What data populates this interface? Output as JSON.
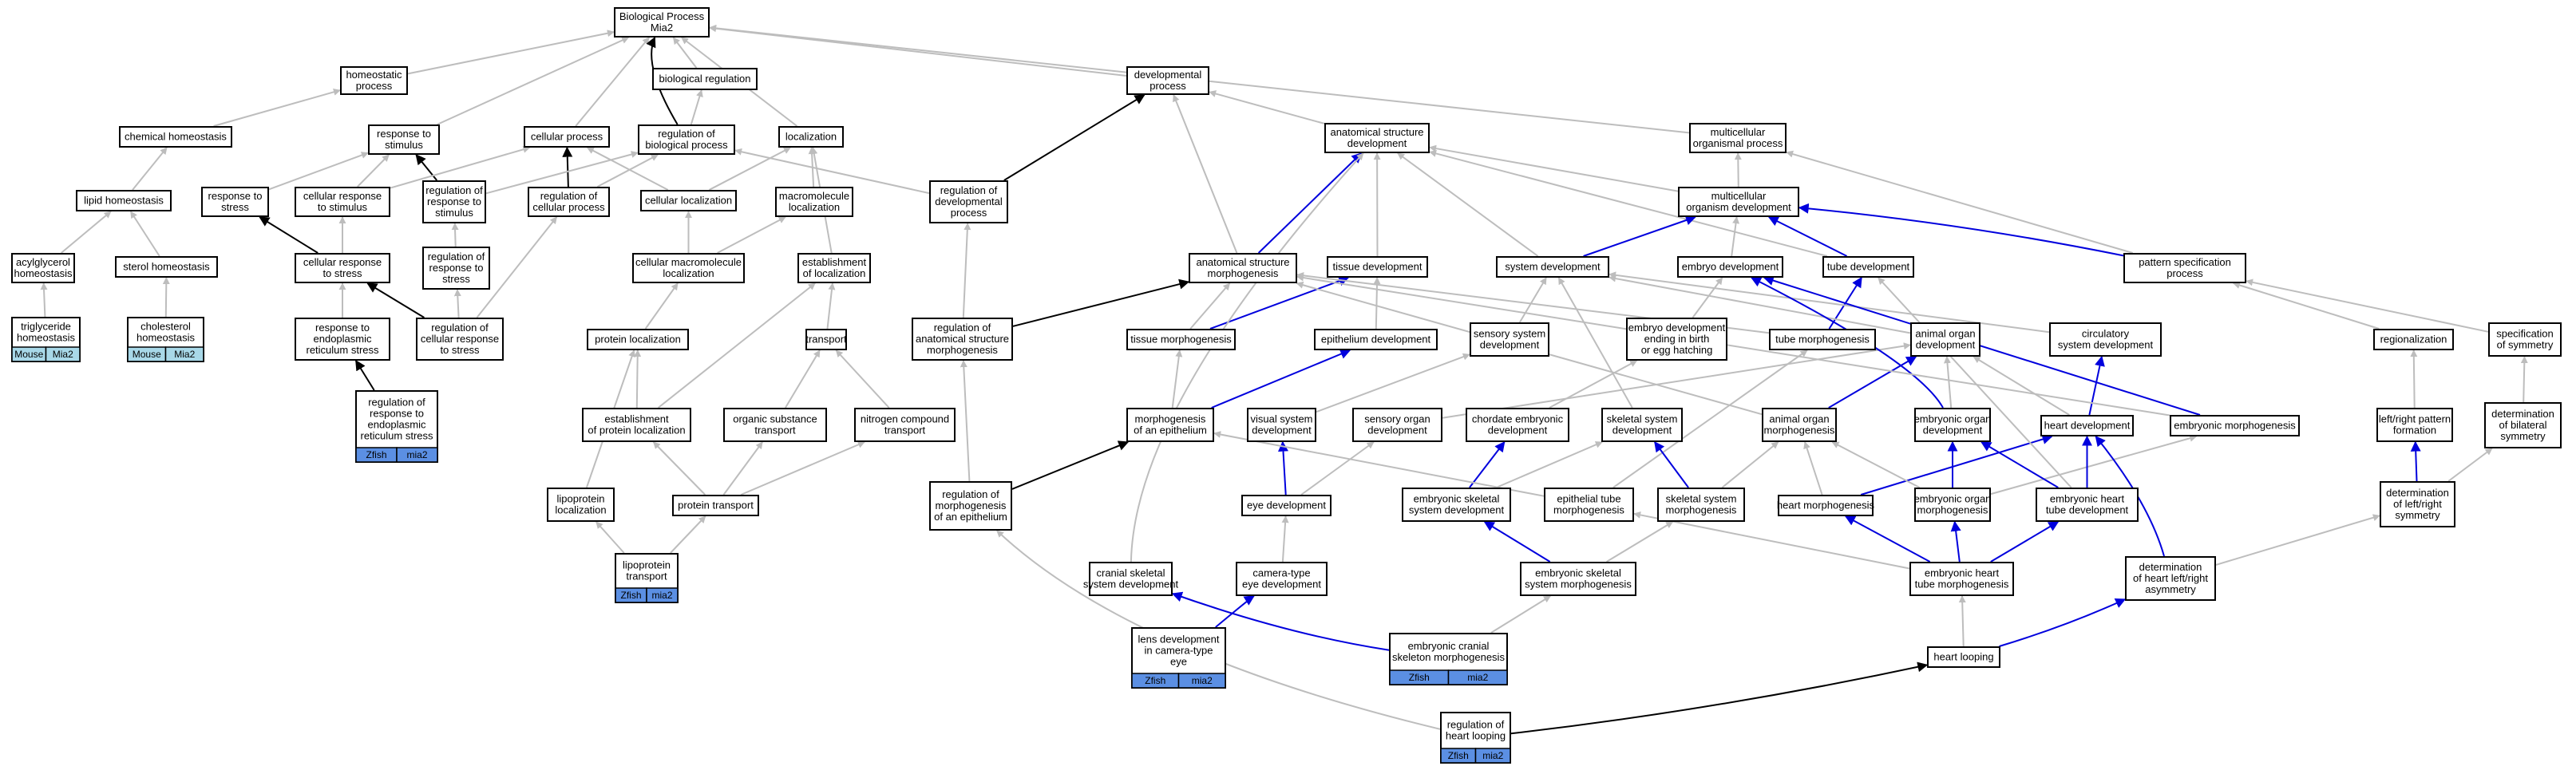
{
  "colors": {
    "edge_gray": "#bdbdbd",
    "edge_black": "#000000",
    "edge_blue": "#0000dd",
    "tag_mouse": "#a8d8e8",
    "tag_zfish": "#5b8fe3"
  },
  "nodes": [
    {
      "id": "bp",
      "label": "Biological Process\nMia2"
    },
    {
      "id": "homeo",
      "label": "homeostatic\nprocess"
    },
    {
      "id": "biolreg",
      "label": "biological regulation"
    },
    {
      "id": "devproc",
      "label": "developmental\nprocess"
    },
    {
      "id": "chemhomeo",
      "label": "chemical homeostasis"
    },
    {
      "id": "resp_stim",
      "label": "response to\nstimulus"
    },
    {
      "id": "cellproc",
      "label": "cellular process"
    },
    {
      "id": "regbiol",
      "label": "regulation of\nbiological process"
    },
    {
      "id": "local",
      "label": "localization"
    },
    {
      "id": "asd",
      "label": "anatomical structure\ndevelopment"
    },
    {
      "id": "mop",
      "label": "multicellular\norganismal process"
    },
    {
      "id": "lipidhomeo",
      "label": "lipid homeostasis"
    },
    {
      "id": "resp_stress",
      "label": "response to\nstress"
    },
    {
      "id": "cellresp_stim",
      "label": "cellular response\nto stimulus"
    },
    {
      "id": "regresp_stim",
      "label": "regulation of\nresponse to\nstimulus"
    },
    {
      "id": "regcellproc",
      "label": "regulation of\ncellular process"
    },
    {
      "id": "cell_local",
      "label": "cellular localization"
    },
    {
      "id": "macro_local",
      "label": "macromolecule\nlocalization"
    },
    {
      "id": "regdevproc",
      "label": "regulation of\ndevelopmental\nprocess"
    },
    {
      "id": "mod",
      "label": "multicellular\norganism development"
    },
    {
      "id": "acylglyc",
      "label": "acylglycerol\nhomeostasis"
    },
    {
      "id": "sterol",
      "label": "sterol homeostasis"
    },
    {
      "id": "cellresp_stress",
      "label": "cellular response\nto stress"
    },
    {
      "id": "regresp_stress",
      "label": "regulation of\nresponse to\nstress"
    },
    {
      "id": "cellmacro_local",
      "label": "cellular macromolecule\nlocalization"
    },
    {
      "id": "estab_local",
      "label": "establishment\nof localization"
    },
    {
      "id": "asm",
      "label": "anatomical structure\nmorphogenesis"
    },
    {
      "id": "tissuedev",
      "label": "tissue development"
    },
    {
      "id": "sysdev",
      "label": "system development"
    },
    {
      "id": "embdev",
      "label": "embryo development"
    },
    {
      "id": "tubedev",
      "label": "tube development"
    },
    {
      "id": "patspec",
      "label": "pattern specification\nprocess"
    },
    {
      "id": "triglyc",
      "label": "triglyceride\nhomeostasis",
      "tags": [
        {
          "label": "Mouse",
          "color": "#a8d8e8"
        },
        {
          "label": "Mia2",
          "color": "#a8d8e8"
        }
      ]
    },
    {
      "id": "chol",
      "label": "cholesterol\nhomeostasis",
      "tags": [
        {
          "label": "Mouse",
          "color": "#a8d8e8"
        },
        {
          "label": "Mia2",
          "color": "#a8d8e8"
        }
      ]
    },
    {
      "id": "resp_er",
      "label": "response to\nendoplasmic\nreticulum stress"
    },
    {
      "id": "regcellresp_stress",
      "label": "regulation of\ncellular response\nto stress"
    },
    {
      "id": "prot_local",
      "label": "protein localization"
    },
    {
      "id": "transport",
      "label": "transport"
    },
    {
      "id": "regasm",
      "label": "regulation of\nanatomical structure\nmorphogenesis"
    },
    {
      "id": "tissuemorph",
      "label": "tissue morphogenesis"
    },
    {
      "id": "epidev",
      "label": "epithelium development"
    },
    {
      "id": "senssysdev",
      "label": "sensory system\ndevelopment"
    },
    {
      "id": "embdevbirth",
      "label": "embryo development\nending in birth\nor egg hatching"
    },
    {
      "id": "tubemorph",
      "label": "tube morphogenesis"
    },
    {
      "id": "animorgdev",
      "label": "animal organ\ndevelopment"
    },
    {
      "id": "circsysdev",
      "label": "circulatory\nsystem development"
    },
    {
      "id": "regionaliz",
      "label": "regionalization"
    },
    {
      "id": "specsym",
      "label": "specification\nof symmetry"
    },
    {
      "id": "regresp_er",
      "label": "regulation of\nresponse to\nendoplasmic\nreticulum stress",
      "tags": [
        {
          "label": "Zfish",
          "color": "#5b8fe3"
        },
        {
          "label": "mia2",
          "color": "#5b8fe3"
        }
      ]
    },
    {
      "id": "estab_prot",
      "label": "establishment\nof protein localization"
    },
    {
      "id": "orgsub",
      "label": "organic substance\ntransport"
    },
    {
      "id": "nitro",
      "label": "nitrogen compound\ntransport"
    },
    {
      "id": "morphepi",
      "label": "morphogenesis\nof an epithelium"
    },
    {
      "id": "vissysdev",
      "label": "visual system\ndevelopment"
    },
    {
      "id": "sensorg",
      "label": "sensory organ\ndevelopment"
    },
    {
      "id": "chordemb",
      "label": "chordate embryonic\ndevelopment"
    },
    {
      "id": "skelsysdev",
      "label": "skeletal system\ndevelopment"
    },
    {
      "id": "animorgmorph",
      "label": "animal organ\nmorphogenesis"
    },
    {
      "id": "emborgdev",
      "label": "embryonic organ\ndevelopment"
    },
    {
      "id": "heartdev",
      "label": "heart development"
    },
    {
      "id": "embmorph",
      "label": "embryonic morphogenesis"
    },
    {
      "id": "leftright",
      "label": "left/right pattern\nformation"
    },
    {
      "id": "detbilat",
      "label": "determination\nof bilateral\nsymmetry"
    },
    {
      "id": "lipoloc",
      "label": "lipoprotein\nlocalization"
    },
    {
      "id": "prottrans",
      "label": "protein transport"
    },
    {
      "id": "regmorphepi",
      "label": "regulation of\nmorphogenesis\nof an epithelium"
    },
    {
      "id": "eyedev",
      "label": "eye development"
    },
    {
      "id": "embskeldev",
      "label": "embryonic skeletal\nsystem development"
    },
    {
      "id": "epitubemorph",
      "label": "epithelial tube\nmorphogenesis"
    },
    {
      "id": "skelmorph",
      "label": "skeletal system\nmorphogenesis"
    },
    {
      "id": "heartmorph",
      "label": "heart morphogenesis"
    },
    {
      "id": "emborgmorph",
      "label": "embryonic organ\nmorphogenesis"
    },
    {
      "id": "embhearttubedev",
      "label": "embryonic heart\ntube development"
    },
    {
      "id": "detlr",
      "label": "determination\nof left/right\nsymmetry"
    },
    {
      "id": "lipotrans",
      "label": "lipoprotein\ntransport",
      "tags": [
        {
          "label": "Zfish",
          "color": "#5b8fe3"
        },
        {
          "label": "mia2",
          "color": "#5b8fe3"
        }
      ]
    },
    {
      "id": "cranskel",
      "label": "cranial skeletal\nsystem development"
    },
    {
      "id": "camera",
      "label": "camera-type\neye development"
    },
    {
      "id": "embskelmorph",
      "label": "embryonic skeletal\nsystem morphogenesis"
    },
    {
      "id": "embhearttubemorph",
      "label": "embryonic heart\ntube morphogenesis"
    },
    {
      "id": "detheartlr",
      "label": "determination\nof heart left/right\nasymmetry"
    },
    {
      "id": "lens",
      "label": "lens development\nin camera-type\neye",
      "tags": [
        {
          "label": "Zfish",
          "color": "#5b8fe3"
        },
        {
          "label": "mia2",
          "color": "#5b8fe3"
        }
      ]
    },
    {
      "id": "embcran",
      "label": "embryonic cranial\nskeleton morphogenesis",
      "tags": [
        {
          "label": "Zfish",
          "color": "#5b8fe3"
        },
        {
          "label": "mia2",
          "color": "#5b8fe3"
        }
      ]
    },
    {
      "id": "heartloop",
      "label": "heart looping"
    },
    {
      "id": "regheartloop",
      "label": "regulation of\nheart looping",
      "tags": [
        {
          "label": "Zfish",
          "color": "#5b8fe3"
        },
        {
          "label": "mia2",
          "color": "#5b8fe3"
        }
      ]
    }
  ],
  "edges": [
    [
      "homeo",
      "bp",
      "gray"
    ],
    [
      "biolreg",
      "bp",
      "gray"
    ],
    [
      "devproc",
      "bp",
      "gray"
    ],
    [
      "resp_stim",
      "bp",
      "gray"
    ],
    [
      "cellproc",
      "bp",
      "gray"
    ],
    [
      "regbiol",
      "bp",
      "black"
    ],
    [
      "local",
      "bp",
      "gray"
    ],
    [
      "mop",
      "bp",
      "gray"
    ],
    [
      "chemhomeo",
      "homeo",
      "gray"
    ],
    [
      "lipidhomeo",
      "chemhomeo",
      "gray"
    ],
    [
      "acylglyc",
      "lipidhomeo",
      "gray"
    ],
    [
      "sterol",
      "lipidhomeo",
      "gray"
    ],
    [
      "triglyc",
      "acylglyc",
      "gray"
    ],
    [
      "chol",
      "sterol",
      "gray"
    ],
    [
      "regbiol",
      "biolreg",
      "gray"
    ],
    [
      "resp_stress",
      "resp_stim",
      "gray"
    ],
    [
      "cellresp_stim",
      "resp_stim",
      "gray"
    ],
    [
      "regresp_stim",
      "resp_stim",
      "black"
    ],
    [
      "cellresp_stim",
      "cellproc",
      "gray"
    ],
    [
      "regcellproc",
      "cellproc",
      "black"
    ],
    [
      "cell_local",
      "cellproc",
      "gray"
    ],
    [
      "regresp_stim",
      "regbiol",
      "gray"
    ],
    [
      "regcellproc",
      "regbiol",
      "gray"
    ],
    [
      "regdevproc",
      "regbiol",
      "gray"
    ],
    [
      "cell_local",
      "local",
      "gray"
    ],
    [
      "macro_local",
      "local",
      "gray"
    ],
    [
      "estab_local",
      "local",
      "gray"
    ],
    [
      "cellresp_stress",
      "resp_stress",
      "black"
    ],
    [
      "cellresp_stress",
      "cellresp_stim",
      "gray"
    ],
    [
      "regresp_stress",
      "regresp_stim",
      "gray"
    ],
    [
      "resp_er",
      "cellresp_stress",
      "gray"
    ],
    [
      "regcellresp_stress",
      "cellresp_stress",
      "black"
    ],
    [
      "regcellresp_stress",
      "regresp_stress",
      "gray"
    ],
    [
      "regcellresp_stress",
      "regcellproc",
      "gray"
    ],
    [
      "regresp_er",
      "resp_er",
      "black"
    ],
    [
      "cellmacro_local",
      "cell_local",
      "gray"
    ],
    [
      "cellmacro_local",
      "macro_local",
      "gray"
    ],
    [
      "prot_local",
      "cellmacro_local",
      "gray"
    ],
    [
      "estab_prot",
      "prot_local",
      "gray"
    ],
    [
      "estab_prot",
      "estab_local",
      "gray"
    ],
    [
      "transport",
      "estab_local",
      "gray"
    ],
    [
      "orgsub",
      "transport",
      "gray"
    ],
    [
      "nitro",
      "transport",
      "gray"
    ],
    [
      "prottrans",
      "estab_prot",
      "gray"
    ],
    [
      "prottrans",
      "orgsub",
      "gray"
    ],
    [
      "prottrans",
      "nitro",
      "gray"
    ],
    [
      "lipoloc",
      "prot_local",
      "gray"
    ],
    [
      "lipotrans",
      "lipoloc",
      "gray"
    ],
    [
      "lipotrans",
      "prottrans",
      "gray"
    ],
    [
      "regdevproc",
      "devproc",
      "black"
    ],
    [
      "asd",
      "devproc",
      "gray"
    ],
    [
      "asm",
      "devproc",
      "gray"
    ],
    [
      "regasm",
      "regdevproc",
      "gray"
    ],
    [
      "asm",
      "asd",
      "blue"
    ],
    [
      "tissuedev",
      "asd",
      "gray"
    ],
    [
      "sysdev",
      "asd",
      "gray"
    ],
    [
      "mod",
      "asd",
      "gray"
    ],
    [
      "tubedev",
      "asd",
      "gray"
    ],
    [
      "mod",
      "mop",
      "gray"
    ],
    [
      "sysdev",
      "mod",
      "blue"
    ],
    [
      "embdev",
      "mod",
      "gray"
    ],
    [
      "tubedev",
      "mod",
      "blue"
    ],
    [
      "patspec",
      "mod",
      "blue"
    ],
    [
      "patspec",
      "mop",
      "gray"
    ],
    [
      "regasm",
      "asm",
      "black"
    ],
    [
      "tissuemorph",
      "asm",
      "gray"
    ],
    [
      "tissuemorph",
      "tissuedev",
      "blue"
    ],
    [
      "epidev",
      "tissuedev",
      "gray"
    ],
    [
      "senssysdev",
      "sysdev",
      "gray"
    ],
    [
      "embdevbirth",
      "embdev",
      "gray"
    ],
    [
      "tubemorph",
      "tubedev",
      "blue"
    ],
    [
      "tubemorph",
      "asm",
      "gray"
    ],
    [
      "animorgdev",
      "sysdev",
      "gray"
    ],
    [
      "circsysdev",
      "sysdev",
      "gray"
    ],
    [
      "regionaliz",
      "patspec",
      "gray"
    ],
    [
      "specsym",
      "patspec",
      "gray"
    ],
    [
      "morphepi",
      "tissuemorph",
      "gray"
    ],
    [
      "morphepi",
      "epidev",
      "blue"
    ],
    [
      "regmorphepi",
      "morphepi",
      "black"
    ],
    [
      "regmorphepi",
      "regasm",
      "gray"
    ],
    [
      "vissysdev",
      "senssysdev",
      "gray"
    ],
    [
      "eyedev",
      "vissysdev",
      "blue"
    ],
    [
      "eyedev",
      "sensorg",
      "gray"
    ],
    [
      "sensorg",
      "animorgdev",
      "gray"
    ],
    [
      "chordemb",
      "embdevbirth",
      "gray"
    ],
    [
      "skelsysdev",
      "sysdev",
      "gray"
    ],
    [
      "animorgmorph",
      "animorgdev",
      "blue"
    ],
    [
      "animorgmorph",
      "asm",
      "gray"
    ],
    [
      "emborgdev",
      "animorgdev",
      "gray"
    ],
    [
      "emborgdev",
      "embdev",
      "blue"
    ],
    [
      "heartdev",
      "circsysdev",
      "blue"
    ],
    [
      "heartdev",
      "animorgdev",
      "gray"
    ],
    [
      "embmorph",
      "embdev",
      "blue"
    ],
    [
      "embmorph",
      "asm",
      "gray"
    ],
    [
      "leftright",
      "regionaliz",
      "gray"
    ],
    [
      "detbilat",
      "specsym",
      "gray"
    ],
    [
      "detlr",
      "leftright",
      "blue"
    ],
    [
      "detlr",
      "detbilat",
      "gray"
    ],
    [
      "embskeldev",
      "chordemb",
      "blue"
    ],
    [
      "embskeldev",
      "skelsysdev",
      "gray"
    ],
    [
      "epitubemorph",
      "tubemorph",
      "gray"
    ],
    [
      "epitubemorph",
      "morphepi",
      "gray"
    ],
    [
      "skelmorph",
      "skelsysdev",
      "blue"
    ],
    [
      "skelmorph",
      "animorgmorph",
      "gray"
    ],
    [
      "heartmorph",
      "heartdev",
      "blue"
    ],
    [
      "heartmorph",
      "animorgmorph",
      "gray"
    ],
    [
      "emborgmorph",
      "emborgdev",
      "blue"
    ],
    [
      "emborgmorph",
      "animorgmorph",
      "gray"
    ],
    [
      "emborgmorph",
      "embmorph",
      "gray"
    ],
    [
      "embhearttubedev",
      "heartdev",
      "blue"
    ],
    [
      "embhearttubedev",
      "emborgdev",
      "blue"
    ],
    [
      "embhearttubedev",
      "tubedev",
      "gray"
    ],
    [
      "cranskel",
      "asd",
      "gray"
    ],
    [
      "camera",
      "eyedev",
      "gray"
    ],
    [
      "embskelmorph",
      "embskeldev",
      "blue"
    ],
    [
      "embskelmorph",
      "skelmorph",
      "gray"
    ],
    [
      "embhearttubemorph",
      "heartmorph",
      "blue"
    ],
    [
      "embhearttubemorph",
      "emborgmorph",
      "blue"
    ],
    [
      "embhearttubemorph",
      "embhearttubedev",
      "blue"
    ],
    [
      "embhearttubemorph",
      "epitubemorph",
      "gray"
    ],
    [
      "detheartlr",
      "heartdev",
      "blue"
    ],
    [
      "detheartlr",
      "detlr",
      "gray"
    ],
    [
      "lens",
      "camera",
      "blue"
    ],
    [
      "embcran",
      "cranskel",
      "blue"
    ],
    [
      "embcran",
      "embskelmorph",
      "gray"
    ],
    [
      "heartloop",
      "embhearttubemorph",
      "gray"
    ],
    [
      "heartloop",
      "detheartlr",
      "blue"
    ],
    [
      "regheartloop",
      "heartloop",
      "black"
    ],
    [
      "regheartloop",
      "regmorphepi",
      "gray"
    ]
  ]
}
